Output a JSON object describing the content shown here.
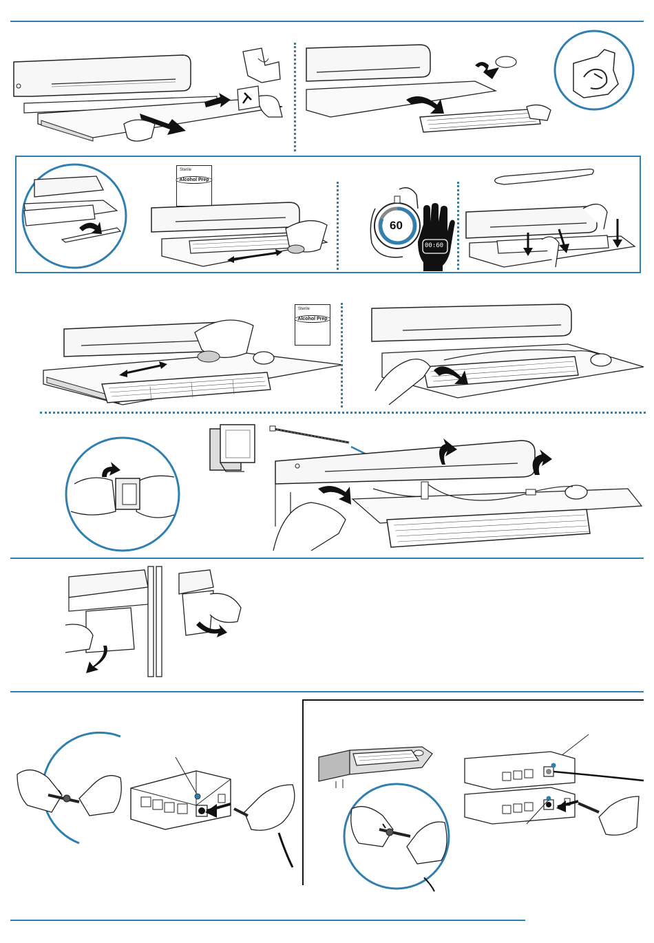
{
  "palette": {
    "accent": "#2f7fb0",
    "line": "#222222",
    "panel": "#f4f4f4",
    "shadow": "#d6d6d6"
  },
  "wipe_pack_1": {
    "sterile": "Sterile",
    "label": "Alcohol Prep"
  },
  "wipe_pack_2": {
    "sterile": "Sterile",
    "label": "Alcohol Prep"
  },
  "timer": {
    "seconds": "60",
    "display": "00:60"
  },
  "icons": [
    "hand-icon",
    "stopwatch-icon",
    "arrow-icon",
    "magnifier-circle-icon",
    "keyboard-icon",
    "mouse-icon",
    "cable-icon",
    "power-port-icon"
  ]
}
